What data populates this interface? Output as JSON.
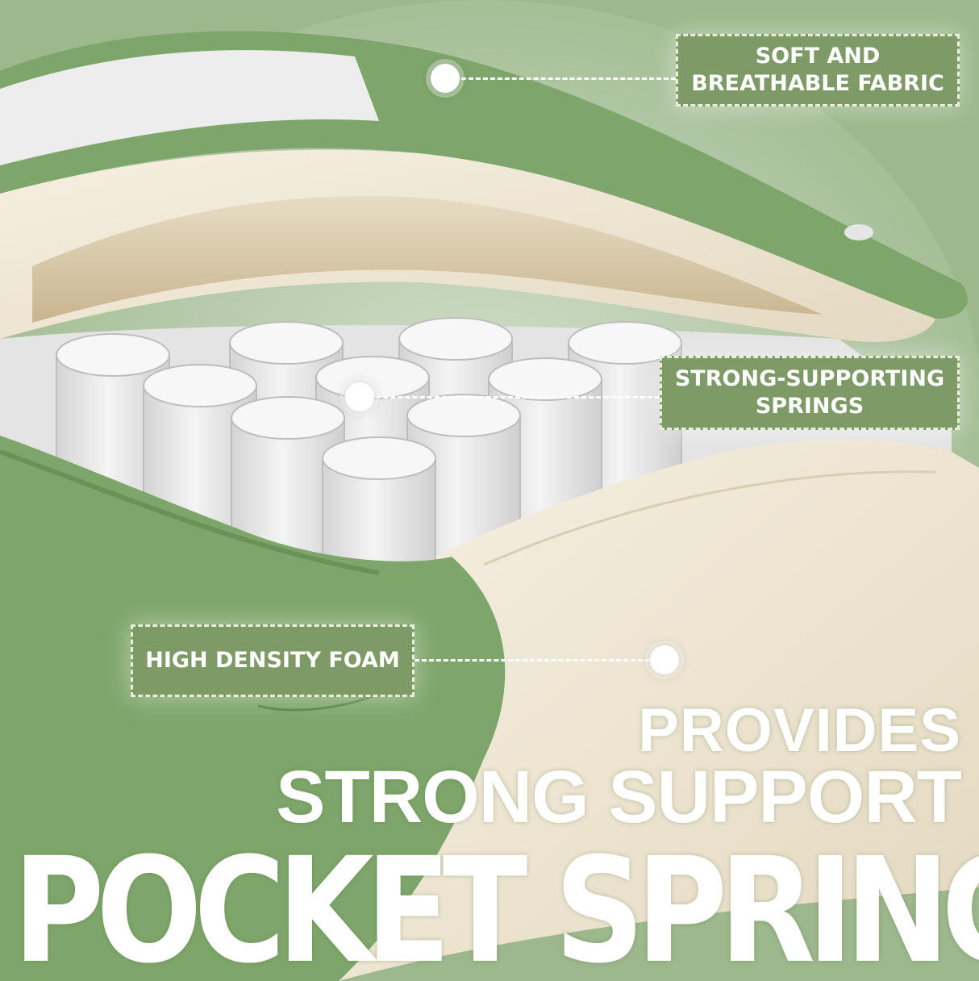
{
  "callouts": {
    "fabric": {
      "line1": "SOFT AND",
      "line2": "BREATHABLE FABRIC"
    },
    "springs": {
      "line1": "STRONG-SUPPORTING",
      "line2": "SPRINGS"
    },
    "foam": {
      "line1": "HIGH DENSITY FOAM"
    }
  },
  "headline": {
    "line1": "PROVIDES",
    "line2": "STRONG SUPPORT",
    "line3": "POCKET SPRING"
  },
  "colors": {
    "background": "#9cb88c",
    "mattress_green": "#7ea66a",
    "foam_cream": "#efe6d2",
    "callout_fill": "#7e9a66",
    "text": "#ffffff"
  }
}
